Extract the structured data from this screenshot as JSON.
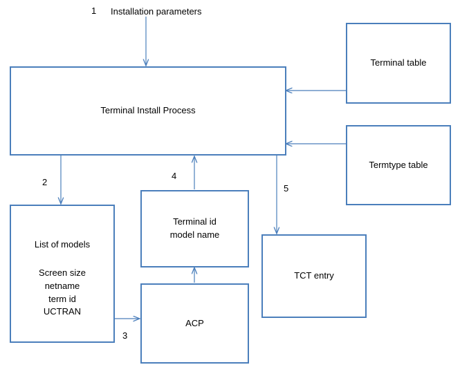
{
  "diagram": {
    "title_label": "Installation parameters",
    "boxes": [
      {
        "id": "terminal-install-process",
        "label": "Terminal Install Process"
      },
      {
        "id": "terminal-table",
        "label": "Terminal table"
      },
      {
        "id": "termtype-table",
        "label": "Termtype table"
      },
      {
        "id": "list-of-models",
        "label": "List of models"
      },
      {
        "id": "terminal-id-model-name",
        "label": "Terminal id\nmodel name"
      },
      {
        "id": "acp",
        "label": "ACP"
      },
      {
        "id": "tct-entry",
        "label": "TCT entry"
      }
    ],
    "inner_labels": {
      "list_of_models_details": "Screen size\nnetname\nterm id\nUCTRAN"
    },
    "step_numbers": {
      "one": "1",
      "two": "2",
      "three": "3",
      "four": "4",
      "five": "5"
    },
    "colors": {
      "box_border": "#4a7ebb",
      "arrow": "#4a7ebb",
      "text": "#000000",
      "background": "#ffffff"
    }
  }
}
